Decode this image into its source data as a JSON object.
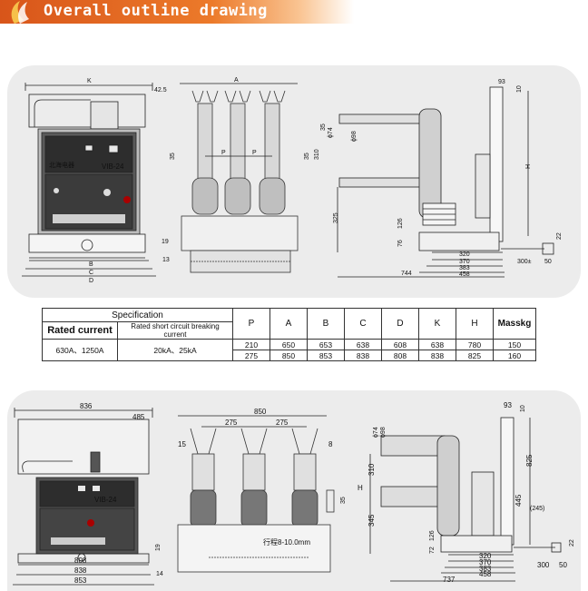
{
  "banner": {
    "title": "Overall outline drawing"
  },
  "drawing1": {
    "front": {
      "K": "K",
      "d425": "42.5",
      "brand": "VIB-24",
      "d19": "19",
      "d13": "13",
      "B": "B",
      "C": "C",
      "D": "D",
      "brand_cn": "北海电器"
    },
    "side": {
      "A": "A",
      "P1": "P",
      "P2": "P",
      "d35l": "35",
      "d35r": "35",
      "d310": "310"
    },
    "profile": {
      "d93": "93",
      "d10": "10",
      "d35": "35",
      "phi74": "ϕ74",
      "phi98": "ϕ98",
      "H": "H",
      "d325": "325",
      "d126": "126",
      "d76": "76",
      "d22": "22",
      "d320": "320",
      "d370": "370",
      "d383": "383",
      "d458": "458",
      "d300": "300±",
      "d50": "50",
      "d744": "744"
    }
  },
  "spec": {
    "title": "Specification",
    "col_rated_current": "Rated current",
    "col_short_circuit": "Rated short circuit breaking current",
    "headers": [
      "P",
      "A",
      "B",
      "C",
      "D",
      "K",
      "H",
      "Masskg"
    ],
    "current_value": "630A、1250A",
    "short_value": "20kA、25kA",
    "rows": [
      [
        "210",
        "650",
        "653",
        "638",
        "608",
        "638",
        "780",
        "150"
      ],
      [
        "275",
        "850",
        "853",
        "838",
        "808",
        "838",
        "825",
        "160"
      ]
    ]
  },
  "drawing2": {
    "front": {
      "d836": "836",
      "d485": "485",
      "brand": "VIB-24",
      "d19": "19",
      "d808": "808",
      "d838": "838",
      "d853": "853",
      "d14": "14"
    },
    "side": {
      "d850": "850",
      "d275a": "275",
      "d275b": "275",
      "d15": "15",
      "d8": "8",
      "stroke": "行程8-10.0mm",
      "d35": "35"
    },
    "profile": {
      "d93": "93",
      "d10": "10",
      "H": "H",
      "d310": "310",
      "d345": "345",
      "d126": "126",
      "d72": "72",
      "d825": "825",
      "d445": "445",
      "d245": "(245)",
      "d22": "22",
      "d320": "320",
      "d370": "370",
      "d383": "383",
      "d458": "458",
      "d300": "300",
      "d50": "50",
      "d737": "737",
      "phi74": "ϕ74",
      "phi98": "ϕ98"
    }
  }
}
